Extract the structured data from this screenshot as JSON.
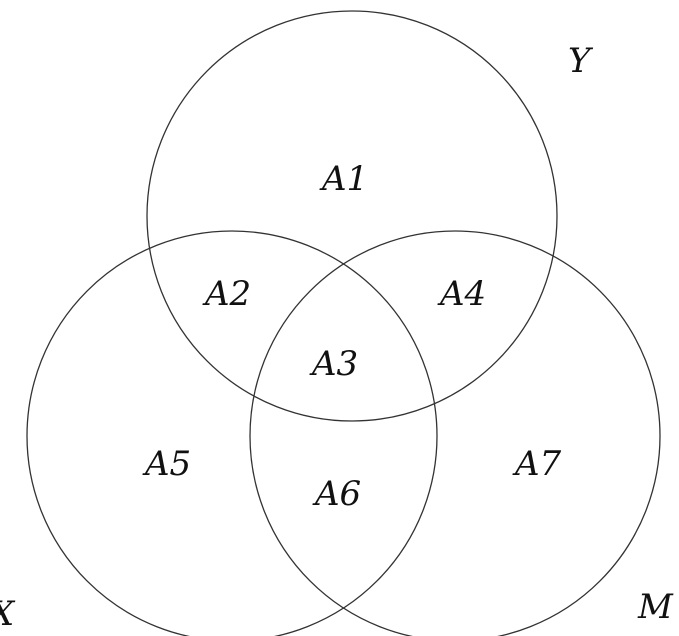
{
  "sets": [
    {
      "id": "Y",
      "label": "Y"
    },
    {
      "id": "X",
      "label": "X"
    },
    {
      "id": "M",
      "label": "M"
    }
  ],
  "regions": {
    "a1": "A1",
    "a2": "A2",
    "a3": "A3",
    "a4": "A4",
    "a5": "A5",
    "a6": "A6",
    "a7": "A7"
  },
  "colors": {
    "stroke": "#333333",
    "background": "#ffffff"
  }
}
